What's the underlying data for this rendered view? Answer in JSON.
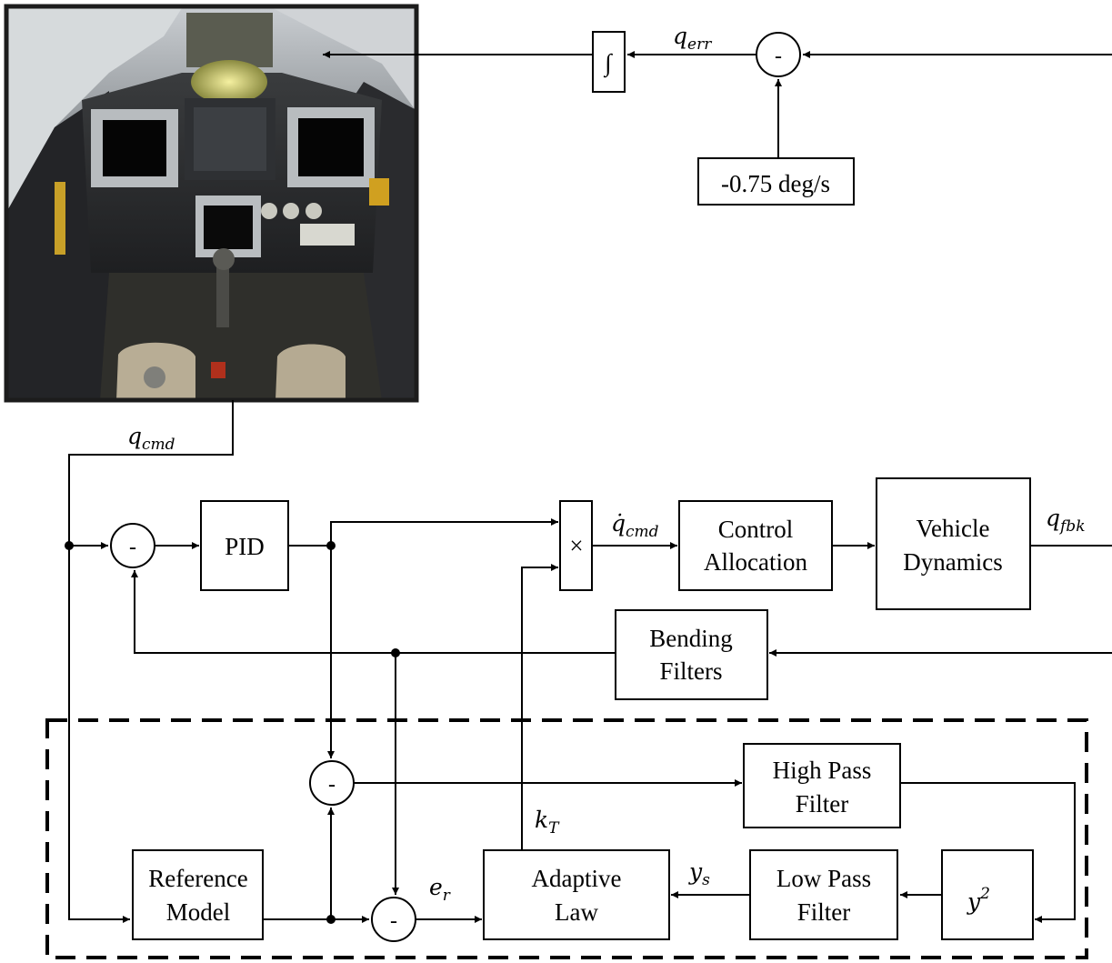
{
  "blocks": {
    "pid": "PID",
    "control_allocation": [
      "Control",
      "Allocation"
    ],
    "vehicle_dynamics": [
      "Vehicle",
      "Dynamics"
    ],
    "bending_filters": [
      "Bending",
      "Filters"
    ],
    "high_pass_filter": [
      "High Pass",
      "Filter"
    ],
    "low_pass_filter": [
      "Low Pass",
      "Filter"
    ],
    "reference_model": [
      "Reference",
      "Model"
    ],
    "adaptive_law": [
      "Adaptive",
      "Law"
    ],
    "square": {
      "base": "y",
      "exp": "2"
    },
    "multiply": "×",
    "integrator": "∫",
    "rate_constant": "-0.75 deg/s"
  },
  "signals": {
    "q_err": {
      "base": "q",
      "sub": "err"
    },
    "q_cmd": {
      "base": "q",
      "sub": "cmd"
    },
    "qdot_cmd": {
      "base": "q̇",
      "sub": "cmd"
    },
    "q_fbk": {
      "base": "q",
      "sub": "fbk"
    },
    "k_T": {
      "base": "k",
      "sub": "T"
    },
    "e_r": {
      "base": "e",
      "sub": "r"
    },
    "y_s": {
      "base": "y",
      "sub": "s"
    }
  },
  "sum_sign": "-",
  "photo": {
    "subject": "aircraft-cockpit-photo"
  }
}
